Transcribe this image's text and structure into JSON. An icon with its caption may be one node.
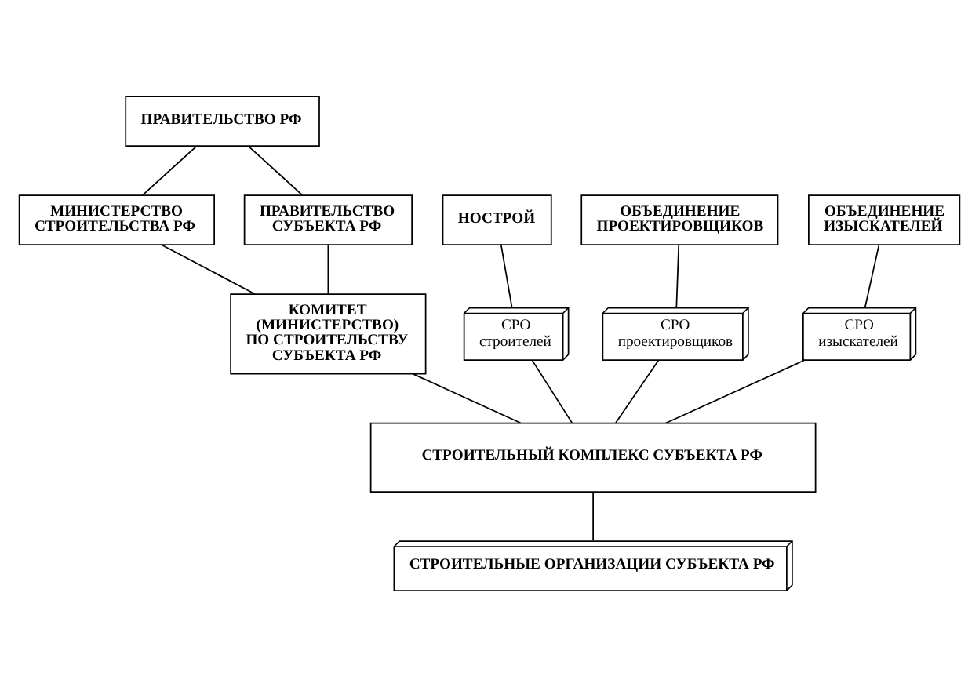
{
  "diagram": {
    "nodes": [
      {
        "text": [
          "ПРАВИТЕЛЬСТВО РФ"
        ]
      },
      {
        "text": [
          "МИНИСТЕРСТВО СТРОИТЕЛЬСТВА РФ"
        ]
      },
      {
        "text": [
          "ПРАВИТЕЛЬСТВО СУБЪЕКТА РФ"
        ]
      },
      {
        "text": [
          "НОСТРОЙ"
        ]
      },
      {
        "text": [
          "ОБЪЕДИНЕНИЕ ПРОЕКТИРОВЩИКОВ"
        ]
      },
      {
        "text": [
          "ОБЪЕДИНЕНИЕ ИЗЫСКАТЕЛЕЙ"
        ]
      },
      {
        "text": [
          "КОМИТЕТ (МИНИСТЕРСТВО) ПО СТРОИТЕЛЬСТВУ СУБЪЕКТА РФ"
        ]
      },
      {
        "text": [
          "СРО строителей"
        ]
      },
      {
        "text": [
          "СРО проектировщиков"
        ]
      },
      {
        "text": [
          "СРО изыскателей"
        ]
      },
      {
        "text": [
          "СТРОИТЕЛЬНЫЙ КОМПЛЕКС СУБЪЕКТА РФ"
        ]
      },
      {
        "text": [
          "СТРОИТЕЛЬНЫЕ ОРГАНИЗАЦИИ СУБЪЕКТА РФ"
        ]
      }
    ],
    "edges": [
      {
        "from": 0,
        "to": 1,
        "arrow": "none"
      },
      {
        "from": 0,
        "to": 2,
        "arrow": "none"
      },
      {
        "from": 1,
        "to": 6,
        "arrow": "none"
      },
      {
        "from": 2,
        "to": 6,
        "arrow": "none"
      },
      {
        "from": 3,
        "to": 7,
        "arrow": "none"
      },
      {
        "from": 4,
        "to": 8,
        "arrow": "none"
      },
      {
        "from": 5,
        "to": 9,
        "arrow": "none"
      },
      {
        "from": 6,
        "to": 10,
        "arrow": "none"
      },
      {
        "from": 7,
        "to": 10,
        "arrow": "none"
      },
      {
        "from": 8,
        "to": 10,
        "arrow": "none"
      },
      {
        "from": 9,
        "to": 10,
        "arrow": "none"
      },
      {
        "from": 10,
        "to": 11,
        "arrow": "none"
      }
    ]
  }
}
